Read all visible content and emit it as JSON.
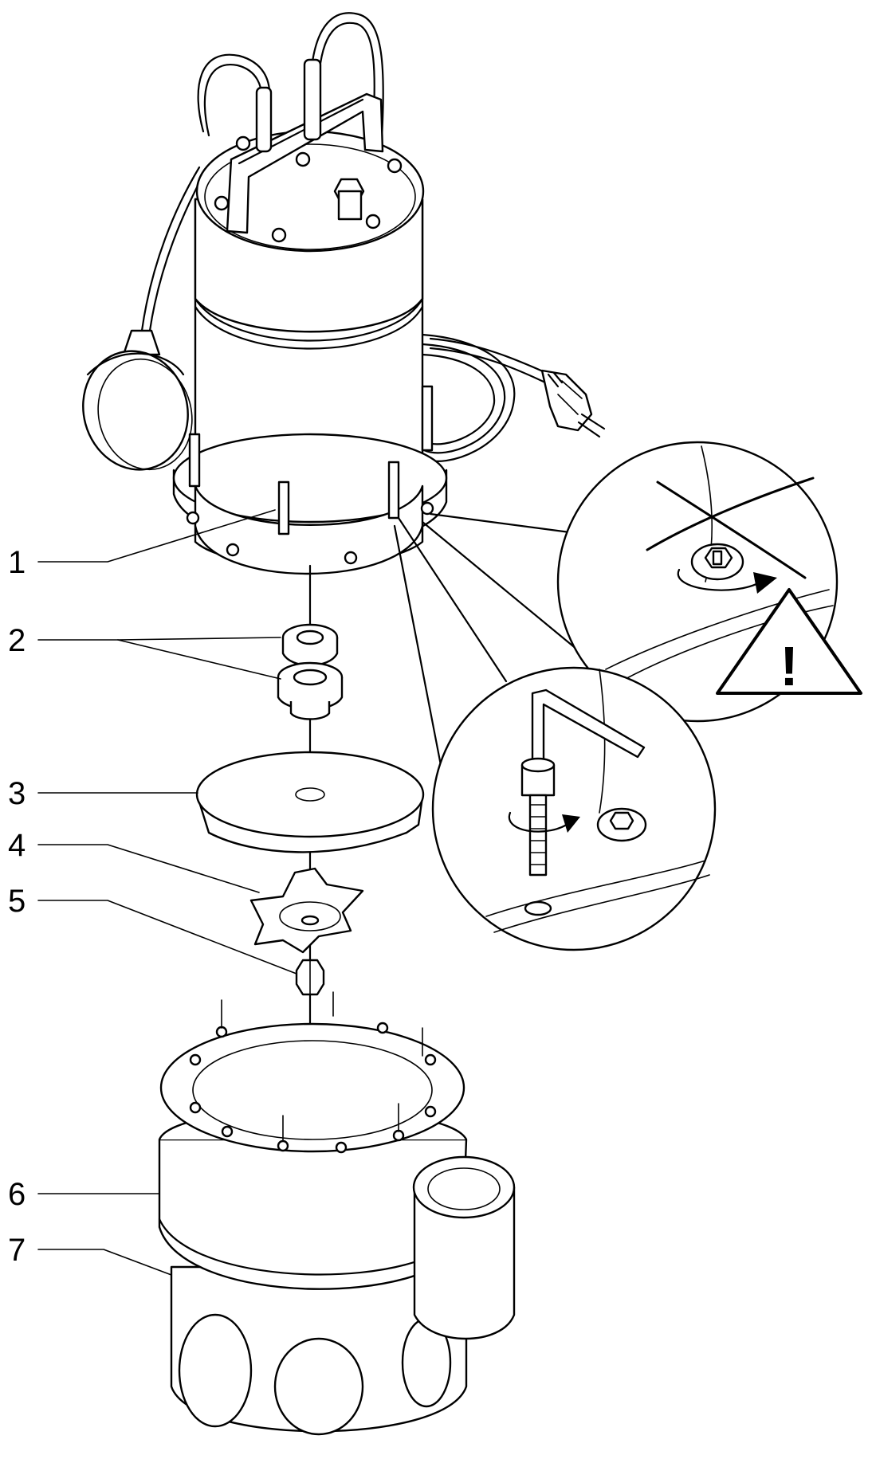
{
  "diagram": {
    "callouts": [
      {
        "id": "1",
        "label": "1"
      },
      {
        "id": "2",
        "label": "2"
      },
      {
        "id": "3",
        "label": "3"
      },
      {
        "id": "4",
        "label": "4"
      },
      {
        "id": "5",
        "label": "5"
      },
      {
        "id": "6",
        "label": "6"
      },
      {
        "id": "7",
        "label": "7"
      }
    ],
    "warning_symbol": "!",
    "icons": [
      "warning-triangle-icon",
      "prohibited-cross-icon",
      "hex-key-icon",
      "rotation-arrow-icon",
      "power-plug-icon"
    ]
  }
}
